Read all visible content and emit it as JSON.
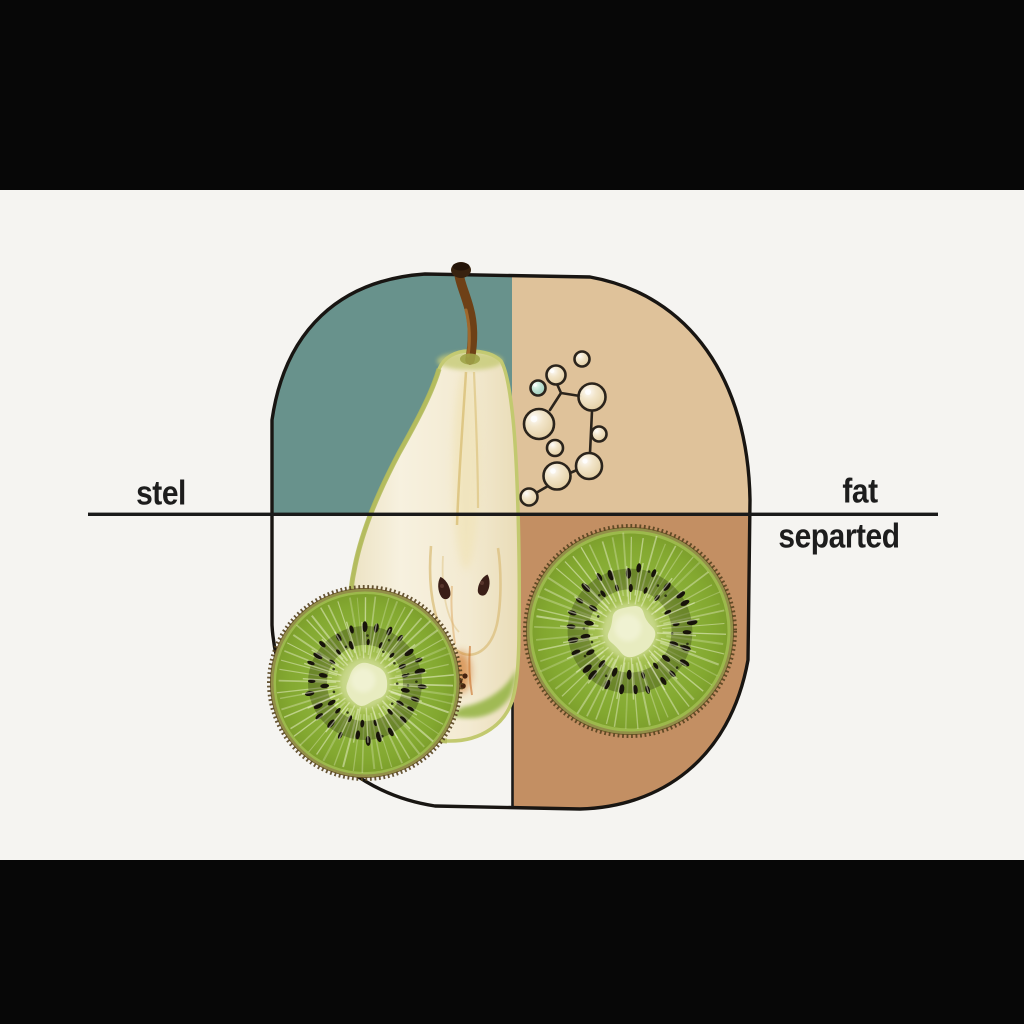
{
  "scene": {
    "description": "fruit collage diagram with pear half, kiwi slices and molecule sketch",
    "labels": {
      "left": "stel",
      "right_above_line": "fat",
      "right_below_line": "separted"
    },
    "colors": {
      "letterbox": "#070707",
      "background": "#f5f4f1",
      "quadrant_top_left": "#68928c",
      "quadrant_top_right": "#dfc29a",
      "quadrant_bottom_right": "#c38f63",
      "quadrant_bottom_left": "#f5f4f1",
      "outline": "#181512",
      "divider_line": "#1a1a1a",
      "text": "#1d1d1d",
      "kiwi_flesh": "#85ab33",
      "kiwi_core": "#e8ecc0",
      "kiwi_skin": "#6b5226",
      "pear_flesh": "#f4eed9",
      "pear_skin": "#c2c96f",
      "pear_seed": "#3a1e17",
      "pear_core_orange": "#cf7c31",
      "molecule_bubble": "#ead9b2",
      "molecule_bubble_accent": "#a9d3c3",
      "molecule_outline": "#2b241c"
    }
  }
}
